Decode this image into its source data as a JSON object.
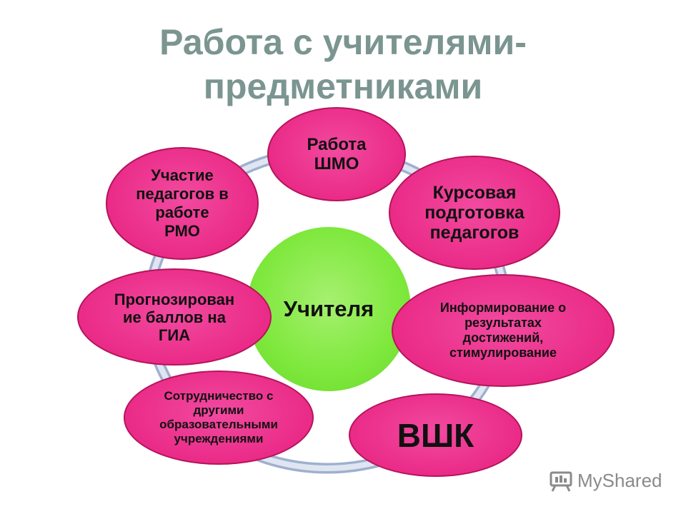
{
  "title": {
    "line1": "Работа с учителями-",
    "line2": "предметниками"
  },
  "center": {
    "label": "Учителя"
  },
  "nodes": {
    "shmo": {
      "lines": [
        "Работа",
        "ШМО"
      ]
    },
    "courses": {
      "lines": [
        "Курсовая",
        "подготовка",
        "педагогов"
      ]
    },
    "inform": {
      "lines": [
        "Информирование о",
        "результатах",
        "достижений,",
        "стимулирование"
      ]
    },
    "vshk": {
      "lines": [
        "ВШК"
      ]
    },
    "coop": {
      "lines": [
        "Сотрудничество с",
        "другими",
        "образовательными",
        "учреждениями"
      ]
    },
    "gia": {
      "lines": [
        "Прогнозирован",
        "ие баллов на",
        "ГИА"
      ]
    },
    "rmo": {
      "lines": [
        "Участие",
        "педагогов в",
        "работе",
        "РМО"
      ]
    }
  },
  "colors": {
    "node_fill": "#ea2b87",
    "center_fill": "#7ee83c",
    "ring": "#b8c6de",
    "title": "#7b9590"
  },
  "watermark": {
    "text": "MyShared",
    "icon": "presentation-board-icon"
  }
}
